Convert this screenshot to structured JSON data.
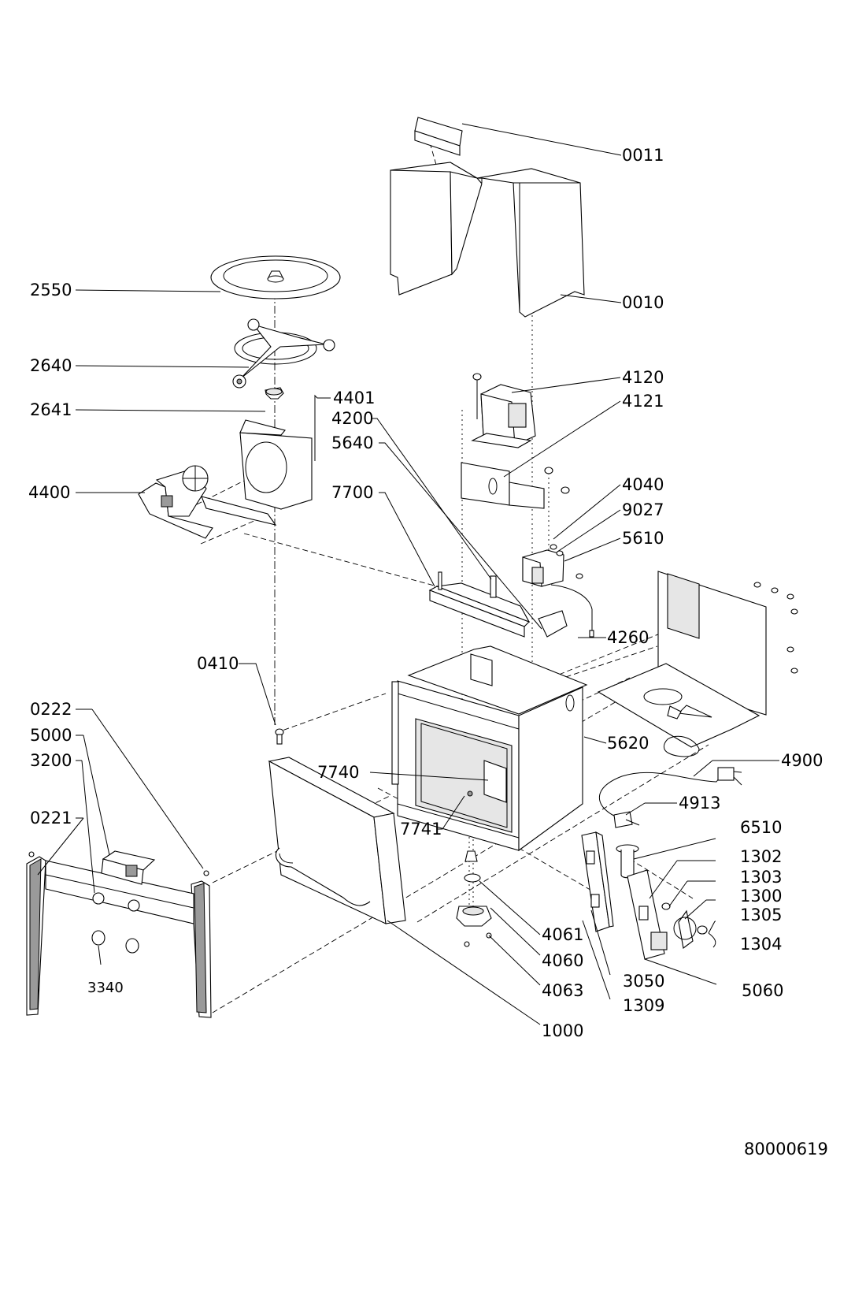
{
  "parts": [
    {
      "label": "0011"
    },
    {
      "label": "0010"
    },
    {
      "label": "2550"
    },
    {
      "label": "2640"
    },
    {
      "label": "2641"
    },
    {
      "label": "4401"
    },
    {
      "label": "4200"
    },
    {
      "label": "5640"
    },
    {
      "label": "4400"
    },
    {
      "label": "7700"
    },
    {
      "label": "4120"
    },
    {
      "label": "4121"
    },
    {
      "label": "4040"
    },
    {
      "label": "9027"
    },
    {
      "label": "5610"
    },
    {
      "label": "4260"
    },
    {
      "label": "0410"
    },
    {
      "label": "0222"
    },
    {
      "label": "5000"
    },
    {
      "label": "3200"
    },
    {
      "label": "5620"
    },
    {
      "label": "4900"
    },
    {
      "label": "7740"
    },
    {
      "label": "4913"
    },
    {
      "label": "0221"
    },
    {
      "label": "7741"
    },
    {
      "label": "6510"
    },
    {
      "label": "1302"
    },
    {
      "label": "1303"
    },
    {
      "label": "1300"
    },
    {
      "label": "1305"
    },
    {
      "label": "1304"
    },
    {
      "label": "4061"
    },
    {
      "label": "4060"
    },
    {
      "label": "4063"
    },
    {
      "label": "3050"
    },
    {
      "label": "5060"
    },
    {
      "label": "1309"
    },
    {
      "label": "3340"
    },
    {
      "label": "1000"
    }
  ],
  "document_number": "80000619"
}
